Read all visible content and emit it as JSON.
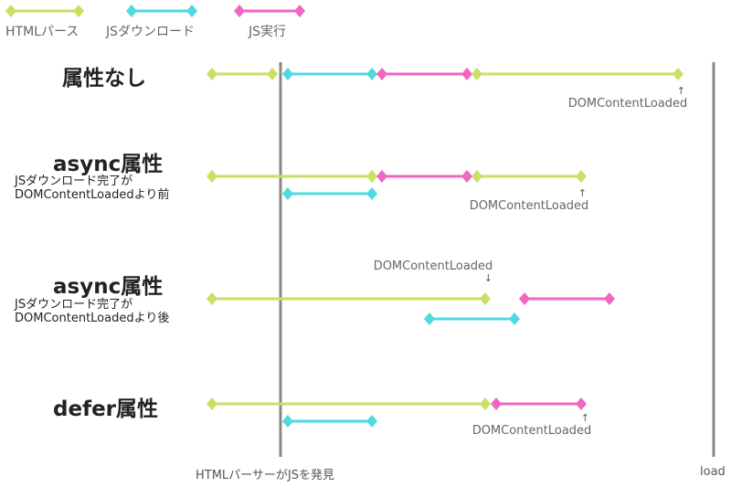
{
  "colors": {
    "html": "#c6e163",
    "download": "#4fd9e0",
    "exec": "#f066c2",
    "axis": "#888888"
  },
  "legend": [
    {
      "label": "HTMLパース",
      "color": "#c6e163"
    },
    {
      "label": "JSダウンロード",
      "color": "#4fd9e0"
    },
    {
      "label": "JS実行",
      "color": "#f066c2"
    }
  ],
  "sections": [
    {
      "title": "属性なし",
      "subtitle": [],
      "annotation": "DOMContentLoaded"
    },
    {
      "title": "async属性",
      "subtitle": [
        "JSダウンロード完了が",
        "DOMContentLoadedより前"
      ],
      "annotation": "DOMContentLoaded"
    },
    {
      "title": "async属性",
      "subtitle": [
        "JSダウンロード完了が",
        "DOMContentLoadedより後"
      ],
      "annotation": "DOMContentLoaded"
    },
    {
      "title": "defer属性",
      "subtitle": [],
      "annotation": "DOMContentLoaded"
    }
  ],
  "arrows": {
    "up": "↑",
    "down": "↓"
  },
  "axis": {
    "parser_found_label": "HTMLパーサーがJSを発見",
    "load_label": "load"
  }
}
